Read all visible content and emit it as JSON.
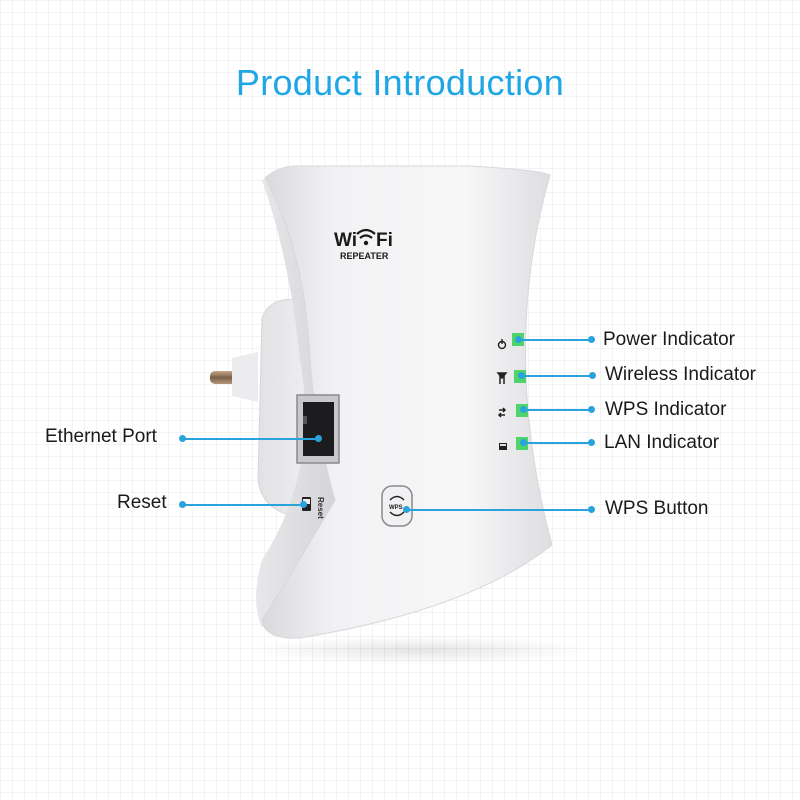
{
  "title": "Product Introduction",
  "colors": {
    "title": "#1ea7e4",
    "callout_line": "#2aa2dc",
    "led_green": "#4fd46a",
    "device_body": "#f4f4f5"
  },
  "device": {
    "brand_line1_left": "Wi",
    "brand_line1_right": "Fi",
    "brand_line2": "REPEATER",
    "wps_button_text": "WPS",
    "reset_text": "Reset"
  },
  "callouts": {
    "right": [
      {
        "label": "Power Indicator",
        "icon": "power-icon"
      },
      {
        "label": "Wireless Indicator",
        "icon": "antenna-icon"
      },
      {
        "label": "WPS Indicator",
        "icon": "wps-arrows-icon"
      },
      {
        "label": "LAN Indicator",
        "icon": "lan-icon"
      },
      {
        "label": "WPS Button",
        "icon": "wps-button-icon"
      }
    ],
    "left": [
      {
        "label": "Ethernet Port",
        "icon": "ethernet-port-icon"
      },
      {
        "label": "Reset",
        "icon": "reset-switch-icon"
      }
    ]
  }
}
